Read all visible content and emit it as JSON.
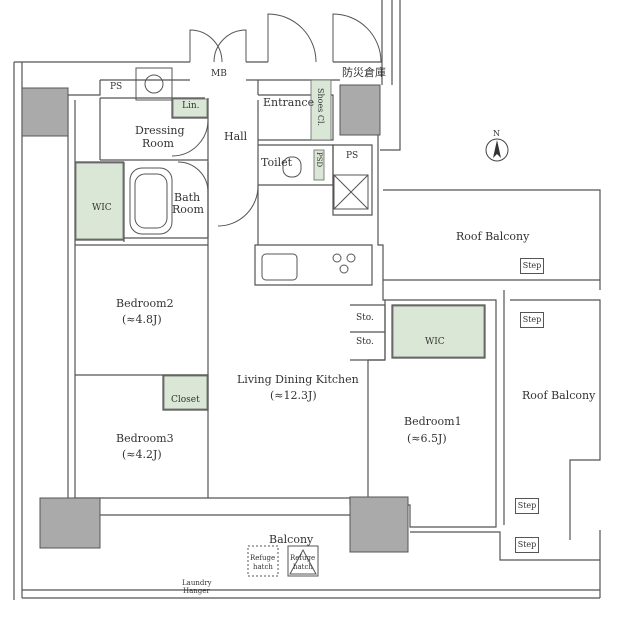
{
  "rooms": {
    "ps_top": "PS",
    "mb": "MB",
    "bosai": "防災倉庫",
    "lin": "Lin.",
    "dressing1": "Dressing",
    "dressing2": "Room",
    "entrance": "Entrance",
    "shoes": "Shoes Cl.",
    "hall": "Hall",
    "toilet": "Toilet",
    "ps_right": "PS",
    "bath1": "Bath",
    "bath2": "Room",
    "wic_left": "WIC",
    "bedroom2": "Bedroom2",
    "bedroom2_size": "(≈4.8J)",
    "ldk": "Living Dining Kitchen",
    "ldk_size": "(≈12.3J)",
    "closet": "Closet",
    "bedroom3": "Bedroom3",
    "bedroom3_size": "(≈4.2J)",
    "sto1": "Sto.",
    "sto2": "Sto.",
    "wic_right": "WIC",
    "bedroom1": "Bedroom1",
    "bedroom1_size": "(≈6.5J)",
    "roof_balcony_1": "Roof Balcony",
    "roof_balcony_2": "Roof Balcony",
    "balcony": "Balcony",
    "refuge1_a": "Refuge",
    "refuge1_b": "hatch",
    "refuge2_a": "Refuge",
    "refuge2_b": "hatch",
    "laundry1": "Laundry",
    "laundry2": "Hanger",
    "psd": "PSD"
  },
  "steps": [
    "Step",
    "Step",
    "Step",
    "Step"
  ],
  "north": "N",
  "colors": {
    "wall": "#555555",
    "accent": "#dbe7d6",
    "pillar": "#aaaaaa",
    "line": "#444444"
  }
}
